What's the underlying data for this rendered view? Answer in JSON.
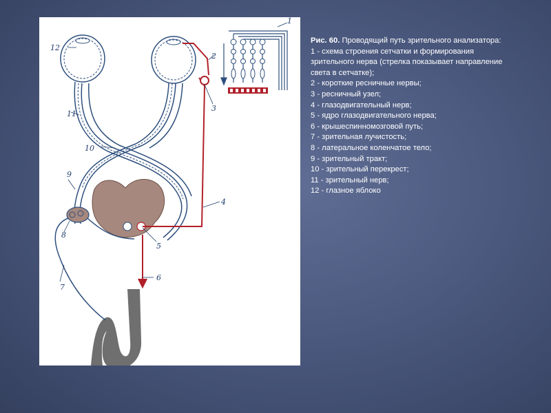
{
  "figure": {
    "label": "Рис. 60.",
    "title": "Проводящий путь зрительного анализатора:",
    "legend": [
      "1 - схема строения сетчатки и формирования зрительного нерва (стрелка показывает направление света в сетчатке);",
      "2 - короткие ресничные нервы;",
      "3 - ресничный узел;",
      "4 - глазодвигательный нерв;",
      "5 - ядро глазодвигательного нерва;",
      "6 - крышеспинномозговой путь;",
      "7 - зрительная лучистость;",
      "8 - латеральное коленчатое тело;",
      "9 - зрительный тракт;",
      "10 - зрительный перекрест;",
      "11 - зрительный нерв;",
      "12 - глазное яблоко"
    ],
    "callouts": [
      "1",
      "2",
      "3",
      "4",
      "5",
      "6",
      "7",
      "8",
      "9",
      "10",
      "11",
      "12"
    ]
  },
  "colors": {
    "nerve_blue": "#2e4f7d",
    "path_red": "#b1202a",
    "brain_brown": "#a6887e",
    "cortex_gray": "#6f6f6f"
  }
}
